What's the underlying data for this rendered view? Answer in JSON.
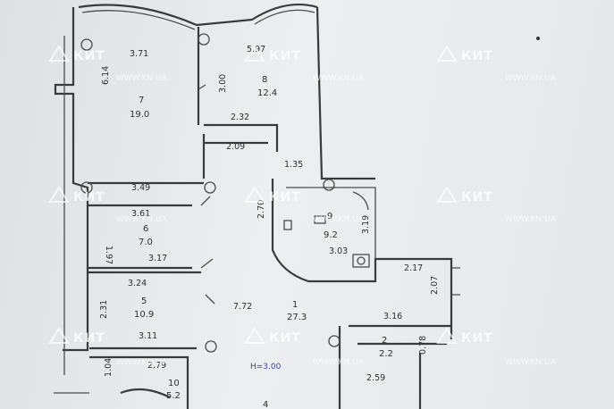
{
  "plan": {
    "rooms": [
      {
        "number": "7",
        "area": "19.0"
      },
      {
        "number": "8",
        "area": "12.4"
      },
      {
        "number": "6",
        "area": "7.0"
      },
      {
        "number": "5",
        "area": "10.9"
      },
      {
        "number": "1",
        "area": "27.3"
      },
      {
        "number": "9",
        "area": "9.2"
      },
      {
        "number": "2",
        "area": "2.2"
      },
      {
        "number": "10",
        "area": "5.2"
      },
      {
        "number": "4",
        "area": ""
      }
    ],
    "dimensions": [
      "3.71",
      "5.97",
      "6.14",
      "3.00",
      "2.32",
      "2.09",
      "1.35",
      "3.49",
      "3.61",
      "1.97",
      "3.17",
      "3.24",
      "2.31",
      "3.11",
      "2.79",
      "1.04",
      "7.72",
      "2.70",
      "3.03",
      "3.19",
      "2.17",
      "2.07",
      "3.16",
      "0.78",
      "2.59"
    ],
    "height_note": "H=3.00"
  },
  "watermark": {
    "brand": "КИТ",
    "url": "WWW.KN.UA"
  }
}
